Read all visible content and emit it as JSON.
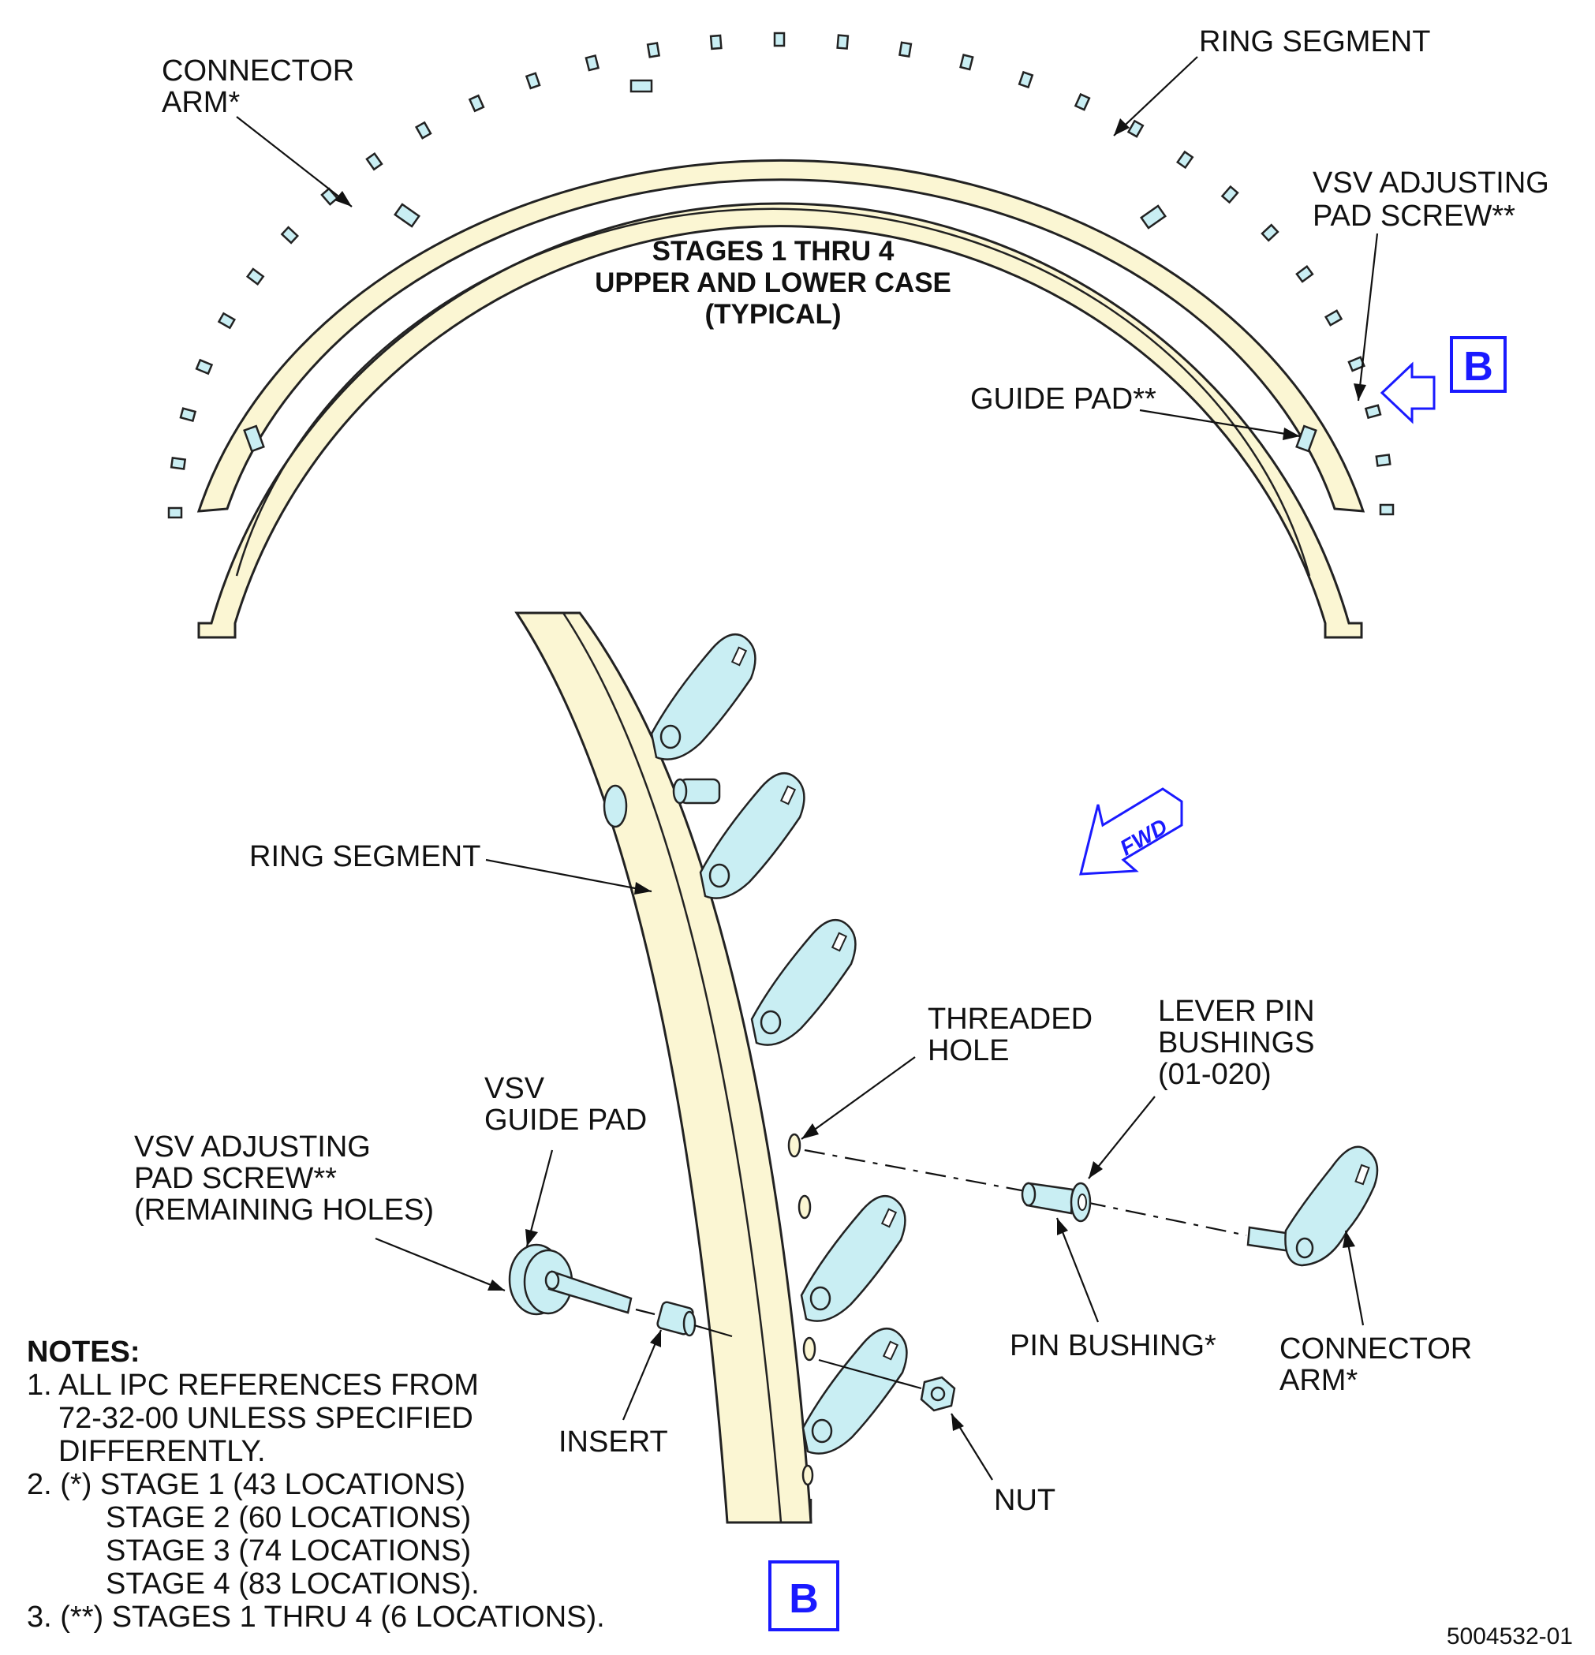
{
  "top_view": {
    "title_lines": [
      "STAGES 1 THRU 4",
      "UPPER AND LOWER CASE",
      "(TYPICAL)"
    ],
    "connector_arm": [
      "CONNECTOR",
      "ARM*"
    ],
    "ring_segment": "RING SEGMENT",
    "vsv_adjusting_pad_screw": [
      "VSV ADJUSTING",
      "PAD SCREW**"
    ],
    "guide_pad": "GUIDE PAD**",
    "view_marker": "B"
  },
  "detail_view": {
    "ring_segment": "RING SEGMENT",
    "fwd_arrow": "FWD",
    "threaded_hole": [
      "THREADED",
      "HOLE"
    ],
    "lever_pin_bushings": [
      "LEVER PIN",
      "BUSHINGS",
      "(01-020)"
    ],
    "vsv_guide_pad": [
      "VSV",
      "GUIDE PAD"
    ],
    "vsv_adjusting_pad_screw": [
      "VSV ADJUSTING",
      "PAD SCREW**",
      "(REMAINING HOLES)"
    ],
    "pin_bushing": "PIN BUSHING*",
    "connector_arm": [
      "CONNECTOR",
      "ARM*"
    ],
    "insert": "INSERT",
    "nut": "NUT",
    "view_label": "B"
  },
  "notes": {
    "heading": "NOTES:",
    "lines": [
      "1. ALL IPC REFERENCES FROM",
      "72-32-00 UNLESS SPECIFIED",
      "DIFFERENTLY.",
      "2.  (*) STAGE 1 (43 LOCATIONS)",
      "STAGE 2 (60 LOCATIONS)",
      "STAGE 3 (74 LOCATIONS)",
      "STAGE 4 (83 LOCATIONS).",
      "3. (**) STAGES 1 THRU 4 (6 LOCATIONS)."
    ]
  },
  "figure_number": "5004532-01",
  "colors": {
    "ring_fill": "#fbf6d3",
    "hardware_fill": "#c9eef3",
    "callout_blue": "#1a1aff",
    "line": "#111111"
  }
}
